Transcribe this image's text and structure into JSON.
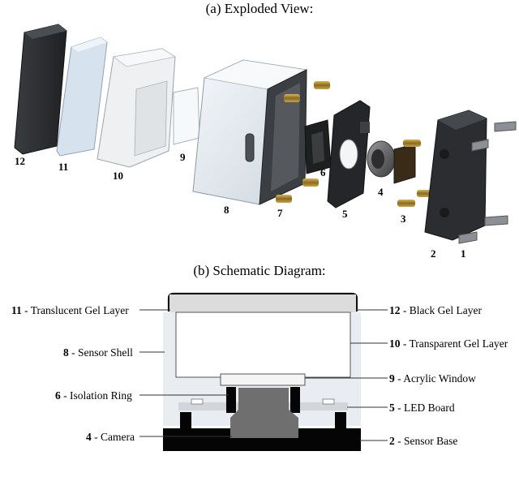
{
  "figure": {
    "caption_a": "(a) Exploded View:",
    "caption_b": "(b) Schematic Diagram:"
  },
  "exploded_labels": [
    "12",
    "11",
    "10",
    "9",
    "8",
    "7",
    "6",
    "5",
    "4",
    "3",
    "2",
    "1"
  ],
  "schematic_labels": {
    "left": [
      {
        "num": "11",
        "text": " - Translucent Gel Layer"
      },
      {
        "num": "8",
        "text": " - Sensor Shell"
      },
      {
        "num": "6",
        "text": " - Isolation Ring"
      },
      {
        "num": "4",
        "text": " - Camera"
      }
    ],
    "right": [
      {
        "num": "12",
        "text": " - Black Gel Layer"
      },
      {
        "num": "10",
        "text": " - Transparent Gel Layer"
      },
      {
        "num": "9",
        "text": " - Acrylic Window"
      },
      {
        "num": "5",
        "text": " - LED Board"
      },
      {
        "num": "2",
        "text": " - Sensor Base"
      }
    ]
  },
  "colors": {
    "black_gel": "#2a2d2f",
    "translucent_gel": "#dde8f2",
    "transparent_gel": "#eef0f2",
    "shell": "#e9edf1",
    "brass": "#a07a2a",
    "camera": "#6e6e70",
    "base": "#050505",
    "led": "#b8bfc8"
  }
}
